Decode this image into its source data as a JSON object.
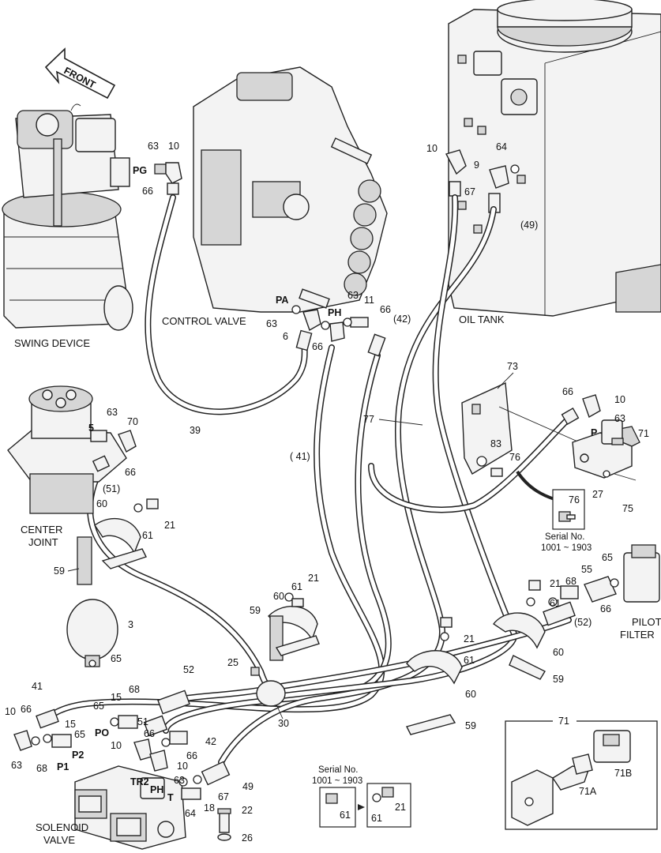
{
  "captions": {
    "front": "FRONT",
    "swing_device": "SWING DEVICE",
    "control_valve": "CONTROL VALVE",
    "oil_tank": "OIL TANK",
    "center_joint_l1": "CENTER",
    "center_joint_l2": "JOINT",
    "pilot_filter_l1": "PILOT",
    "pilot_filter_l2": "FILTER",
    "solenoid_valve_l1": "SOLENOID",
    "solenoid_valve_l2": "VALVE"
  },
  "ports": {
    "pg": "PG",
    "pa": "PA",
    "ph_top": "PH",
    "p": "P",
    "five": "5",
    "po": "PO",
    "p2": "P2",
    "p1": "P1",
    "tr2": "TR2",
    "ph_bottom": "PH",
    "t": "T"
  },
  "serial_notes": {
    "right_l1": "Serial No.",
    "right_l2": "1001 ~ 1903",
    "bottom_l1": "Serial No.",
    "bottom_l2": "1001 ~ 1903"
  },
  "part_labels": [
    {
      "id": "n63a",
      "text": "63"
    },
    {
      "id": "n10a",
      "text": "10"
    },
    {
      "id": "n66a",
      "text": "66"
    },
    {
      "id": "n10b",
      "text": "10"
    },
    {
      "id": "n64a",
      "text": "64"
    },
    {
      "id": "n9",
      "text": "9"
    },
    {
      "id": "n67a",
      "text": "67"
    },
    {
      "id": "n49a",
      "text": "(49)"
    },
    {
      "id": "n63b",
      "text": "63"
    },
    {
      "id": "n11",
      "text": "11"
    },
    {
      "id": "n66b",
      "text": "66"
    },
    {
      "id": "n42a",
      "text": "(42)"
    },
    {
      "id": "n63c",
      "text": "63"
    },
    {
      "id": "n6",
      "text": "6"
    },
    {
      "id": "n66c",
      "text": "66"
    },
    {
      "id": "n39",
      "text": "39"
    },
    {
      "id": "n41a",
      "text": "( 41)"
    },
    {
      "id": "n77",
      "text": "77"
    },
    {
      "id": "n73",
      "text": "73"
    },
    {
      "id": "n66d",
      "text": "66"
    },
    {
      "id": "n10c",
      "text": "10"
    },
    {
      "id": "n63d",
      "text": "63"
    },
    {
      "id": "n71a",
      "text": "71"
    },
    {
      "id": "n83",
      "text": "83"
    },
    {
      "id": "n76a",
      "text": "76"
    },
    {
      "id": "n27",
      "text": "27"
    },
    {
      "id": "n75",
      "text": "75"
    },
    {
      "id": "n76b",
      "text": "76"
    },
    {
      "id": "n63e",
      "text": "63"
    },
    {
      "id": "n70",
      "text": "70"
    },
    {
      "id": "n66e",
      "text": "66"
    },
    {
      "id": "n51a",
      "text": "(51)"
    },
    {
      "id": "n60a",
      "text": "60"
    },
    {
      "id": "n61a",
      "text": "61"
    },
    {
      "id": "n21a",
      "text": "21"
    },
    {
      "id": "n59a",
      "text": "59"
    },
    {
      "id": "n21b",
      "text": "21"
    },
    {
      "id": "n61b",
      "text": "61"
    },
    {
      "id": "n60b",
      "text": "60"
    },
    {
      "id": "n59b",
      "text": "59"
    },
    {
      "id": "n3",
      "text": "3"
    },
    {
      "id": "n65a",
      "text": "65"
    },
    {
      "id": "n25",
      "text": "25"
    },
    {
      "id": "n30",
      "text": "30"
    },
    {
      "id": "n52a",
      "text": "52"
    },
    {
      "id": "n21c",
      "text": "21"
    },
    {
      "id": "n68a",
      "text": "68"
    },
    {
      "id": "n55",
      "text": "55"
    },
    {
      "id": "n65b",
      "text": "65"
    },
    {
      "id": "n61c",
      "text": "61"
    },
    {
      "id": "n66f",
      "text": "66"
    },
    {
      "id": "n52b",
      "text": "(52)"
    },
    {
      "id": "n60c",
      "text": "60"
    },
    {
      "id": "n59c",
      "text": "59"
    },
    {
      "id": "n21d",
      "text": "21"
    },
    {
      "id": "n61d",
      "text": "61"
    },
    {
      "id": "n60d",
      "text": "60"
    },
    {
      "id": "n59d",
      "text": "59"
    },
    {
      "id": "n71b",
      "text": "71"
    },
    {
      "id": "n71A",
      "text": "71A"
    },
    {
      "id": "n71B",
      "text": "71B"
    },
    {
      "id": "n41b",
      "text": "41"
    },
    {
      "id": "n66g",
      "text": "66"
    },
    {
      "id": "n10d",
      "text": "10"
    },
    {
      "id": "n15a",
      "text": "15"
    },
    {
      "id": "n65c",
      "text": "65"
    },
    {
      "id": "n63f",
      "text": "63"
    },
    {
      "id": "n68b",
      "text": "68"
    },
    {
      "id": "n65d",
      "text": "65"
    },
    {
      "id": "n15b",
      "text": "15"
    },
    {
      "id": "n68c",
      "text": "68"
    },
    {
      "id": "n51b",
      "text": "51"
    },
    {
      "id": "n10e",
      "text": "10"
    },
    {
      "id": "n66h",
      "text": "66"
    },
    {
      "id": "n42b",
      "text": "42"
    },
    {
      "id": "n66i",
      "text": "66"
    },
    {
      "id": "n10f",
      "text": "10"
    },
    {
      "id": "n63g",
      "text": "63"
    },
    {
      "id": "n49b",
      "text": "49"
    },
    {
      "id": "n67b",
      "text": "67"
    },
    {
      "id": "n18",
      "text": "18"
    },
    {
      "id": "n64b",
      "text": "64"
    },
    {
      "id": "n22",
      "text": "22"
    },
    {
      "id": "n26",
      "text": "26"
    },
    {
      "id": "n61e",
      "text": "61"
    },
    {
      "id": "n61f",
      "text": "61"
    },
    {
      "id": "n21e",
      "text": "21"
    }
  ]
}
